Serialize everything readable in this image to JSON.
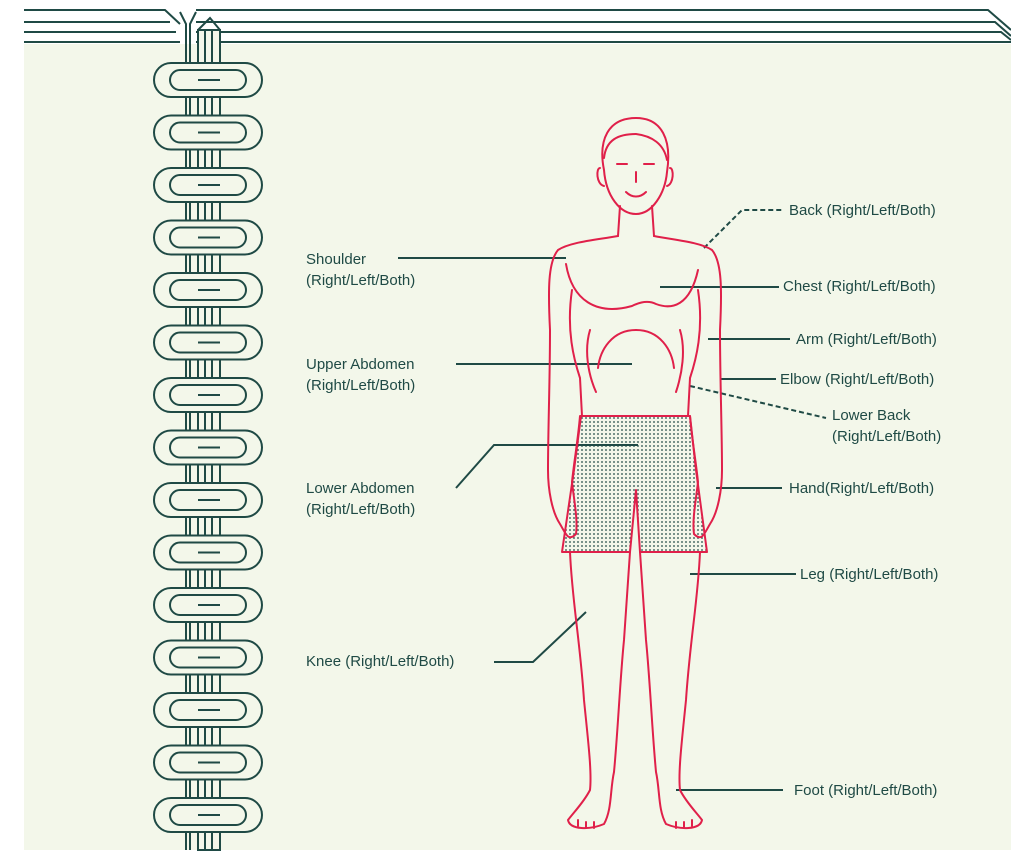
{
  "colors": {
    "paper": "#f3f7ea",
    "ink": "#1f4a45",
    "body_outline": "#e0204a",
    "shorts_dots": "#1f4a45"
  },
  "labels": {
    "shoulder": "Shoulder\n(Right/Left/Both)",
    "upper_abdomen": "Upper Abdomen\n(Right/Left/Both)",
    "lower_abdomen": "Lower Abdomen\n(Right/Left/Both)",
    "knee": "Knee (Right/Left/Both)",
    "back": "Back (Right/Left/Both)",
    "chest": "Chest (Right/Left/Both)",
    "arm": "Arm (Right/Left/Both)",
    "elbow": "Elbow (Right/Left/Both)",
    "lower_back": "Lower Back\n(Right/Left/Both)",
    "hand": "Hand(Right/Left/Both)",
    "leg": "Leg (Right/Left/Both)",
    "foot": "Foot (Right/Left/Both)"
  },
  "icons": {
    "binding": "spiral-binding-icon",
    "figure": "human-body-figure-icon"
  }
}
